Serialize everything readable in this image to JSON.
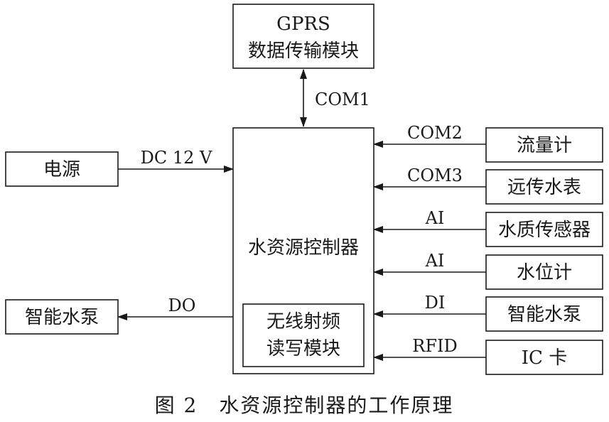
{
  "diagram": {
    "gprs": {
      "line1": "GPRS",
      "line2": "数据传输模块"
    },
    "gprs_link": "COM1",
    "controller": "水资源控制器",
    "rfid_module": {
      "line1": "无线射频",
      "line2": "读写模块"
    },
    "power": {
      "label": "电源",
      "signal": "DC 12 V"
    },
    "output": {
      "label": "智能水泵",
      "signal": "DO"
    },
    "inputs": [
      {
        "label": "流量计",
        "signal": "COM2"
      },
      {
        "label": "远传水表",
        "signal": "COM3"
      },
      {
        "label": "水质传感器",
        "signal": "AI"
      },
      {
        "label": "水位计",
        "signal": "AI"
      },
      {
        "label": "智能水泵",
        "signal": "DI"
      },
      {
        "label": "IC 卡",
        "signal": "RFID"
      }
    ]
  },
  "caption": "图 2　水资源控制器的工作原理"
}
